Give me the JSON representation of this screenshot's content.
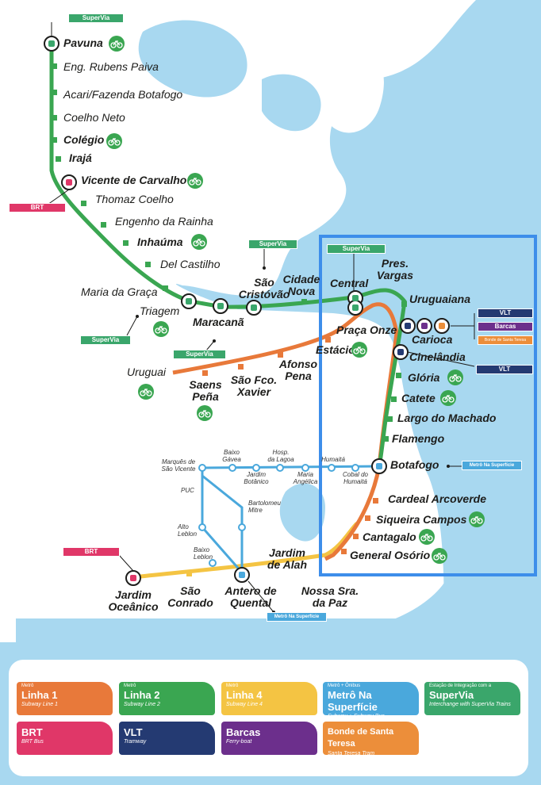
{
  "colors": {
    "line1": "#e8793a",
    "line2": "#3aa651",
    "line4": "#f4c443",
    "metro_superficie": "#4aa8dc",
    "brt": "#e03768",
    "vlt": "#243a72",
    "barcas": "#6c2f8c",
    "bonde": "#ec8e3a",
    "sea": "#a8d8f0",
    "land": "#ffffff",
    "highlight": "#3d8eea"
  },
  "stations": {
    "pavuna": "Pavuna",
    "rubens_paiva": "Eng. Rubens Paiva",
    "acari": "Acari/Fazenda Botafogo",
    "coelho_neto": "Coelho Neto",
    "colegio": "Colégio",
    "iraja": "Irajá",
    "vicente": "Vicente de Carvalho",
    "thomaz": "Thomaz Coelho",
    "engenho": "Engenho da Rainha",
    "inhauma": "Inhaúma",
    "del_castilho": "Del Castilho",
    "maria_graca": "Maria da Graça",
    "triagem": "Triagem",
    "maracana": "Maracanã",
    "sao_cristovao": "São\nCristóvão",
    "cidade_nova": "Cidade\nNova",
    "central": "Central",
    "pres_vargas": "Pres.\nVargas",
    "uruguaiana": "Uruguaiana",
    "praca_onze": "Praça Onze",
    "carioca": "Carioca",
    "estacio": "Estácio",
    "cinelandia": "Cinelândia",
    "gloria": "Glória",
    "catete": "Catete",
    "largo_machado": "Largo do Machado",
    "flamengo": "Flamengo",
    "botafogo": "Botafogo",
    "uruguai": "Uruguai",
    "saens_pena": "Saens\nPeña",
    "sao_fco_xavier": "São Fco.\nXavier",
    "afonso_pena": "Afonso\nPena",
    "cardeal": "Cardeal Arcoverde",
    "siqueira": "Siqueira Campos",
    "cantagalo": "Cantagalo",
    "general_osorio": "General Osório",
    "jardim_oceanico": "Jardim\nOceânico",
    "sao_conrado": "São\nConrado",
    "antero": "Antero de\nQuental",
    "jardim_alah": "Jardim\nde Alah",
    "nossa_sra": "Nossa Sra.\nda Paz"
  },
  "bus_stops": {
    "marques": "Marquês de\nSão Vicente",
    "baixo_gavea": "Baixo\nGávea",
    "jardim_botanico": "Jardim\nBotânico",
    "hosp_lagoa": "Hosp.\nda Lagoa",
    "maria_angelica": "Maria\nAngélica",
    "humaita": "Humaitá",
    "cobal": "Cobal do\nHumaitá",
    "puc": "PUC",
    "bartolomeu": "Bartolomeu\nMitre",
    "alto_leblon": "Alto\nLeblon",
    "baixo_leblon": "Baixo\nLeblon"
  },
  "tags": {
    "supervia": "SuperVia",
    "brt": "BRT",
    "vlt": "VLT",
    "barcas": "Barcas",
    "bonde": "Bonde de Santa Teresa",
    "metro_superficie": "Metrô Na Superfície"
  },
  "legend": [
    {
      "pre": "Metrô",
      "name": "Linha 1",
      "sub": "Subway Line 1",
      "color": "#e8793a"
    },
    {
      "pre": "Metrô",
      "name": "Linha 2",
      "sub": "Subway Line 2",
      "color": "#3aa651"
    },
    {
      "pre": "Metrô",
      "name": "Linha 4",
      "sub": "Subway Line 4",
      "color": "#f4c443"
    },
    {
      "pre": "Metrô + Ônibus",
      "name": "Metrô Na Superfície",
      "sub": "Subway + Subway Bus",
      "color": "#4aa8dc"
    },
    {
      "pre": "Estação de Integração com a",
      "name": "SuperVia",
      "sub": "Interchange with SuperVia Trains",
      "color": "#3aa66b"
    },
    {
      "pre": "",
      "name": "BRT",
      "sub": "BRT Bus",
      "color": "#e03768"
    },
    {
      "pre": "",
      "name": "VLT",
      "sub": "Tramway",
      "color": "#243a72"
    },
    {
      "pre": "",
      "name": "Barcas",
      "sub": "Ferry-boat",
      "color": "#6c2f8c"
    },
    {
      "pre": "",
      "name": "Bonde de Santa Teresa",
      "sub": "Santa Teresa Tram",
      "color": "#ec8e3a"
    }
  ]
}
